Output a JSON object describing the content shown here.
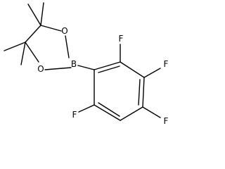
{
  "molecule": {
    "atoms": {
      "boron": "B",
      "oxygen_top": "O",
      "oxygen_bottom": "O",
      "fluorine_top": "F",
      "fluorine_right_upper": "F",
      "fluorine_right_lower": "F",
      "fluorine_left_lower": "F"
    }
  }
}
